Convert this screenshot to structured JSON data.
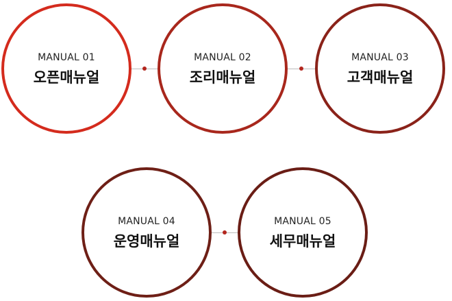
{
  "manuals": [
    {
      "code": "MANUAL 01",
      "title": "오픈매뉴얼"
    },
    {
      "code": "MANUAL 02",
      "title": "조리매뉴얼"
    },
    {
      "code": "MANUAL 03",
      "title": "고객매뉴얼"
    },
    {
      "code": "MANUAL 04",
      "title": "운영매뉴얼"
    },
    {
      "code": "MANUAL 05",
      "title": "세무매뉴얼"
    }
  ],
  "colors": {
    "manual_01_ring": "#d42b1d",
    "manual_02_ring": "#a8271c",
    "manual_03_ring": "#8a2219",
    "manual_04_ring": "#6e1f16",
    "manual_05_ring": "#6a1d15",
    "connector_dot": "#b3261e",
    "connector_line": "#bbbbbb"
  }
}
